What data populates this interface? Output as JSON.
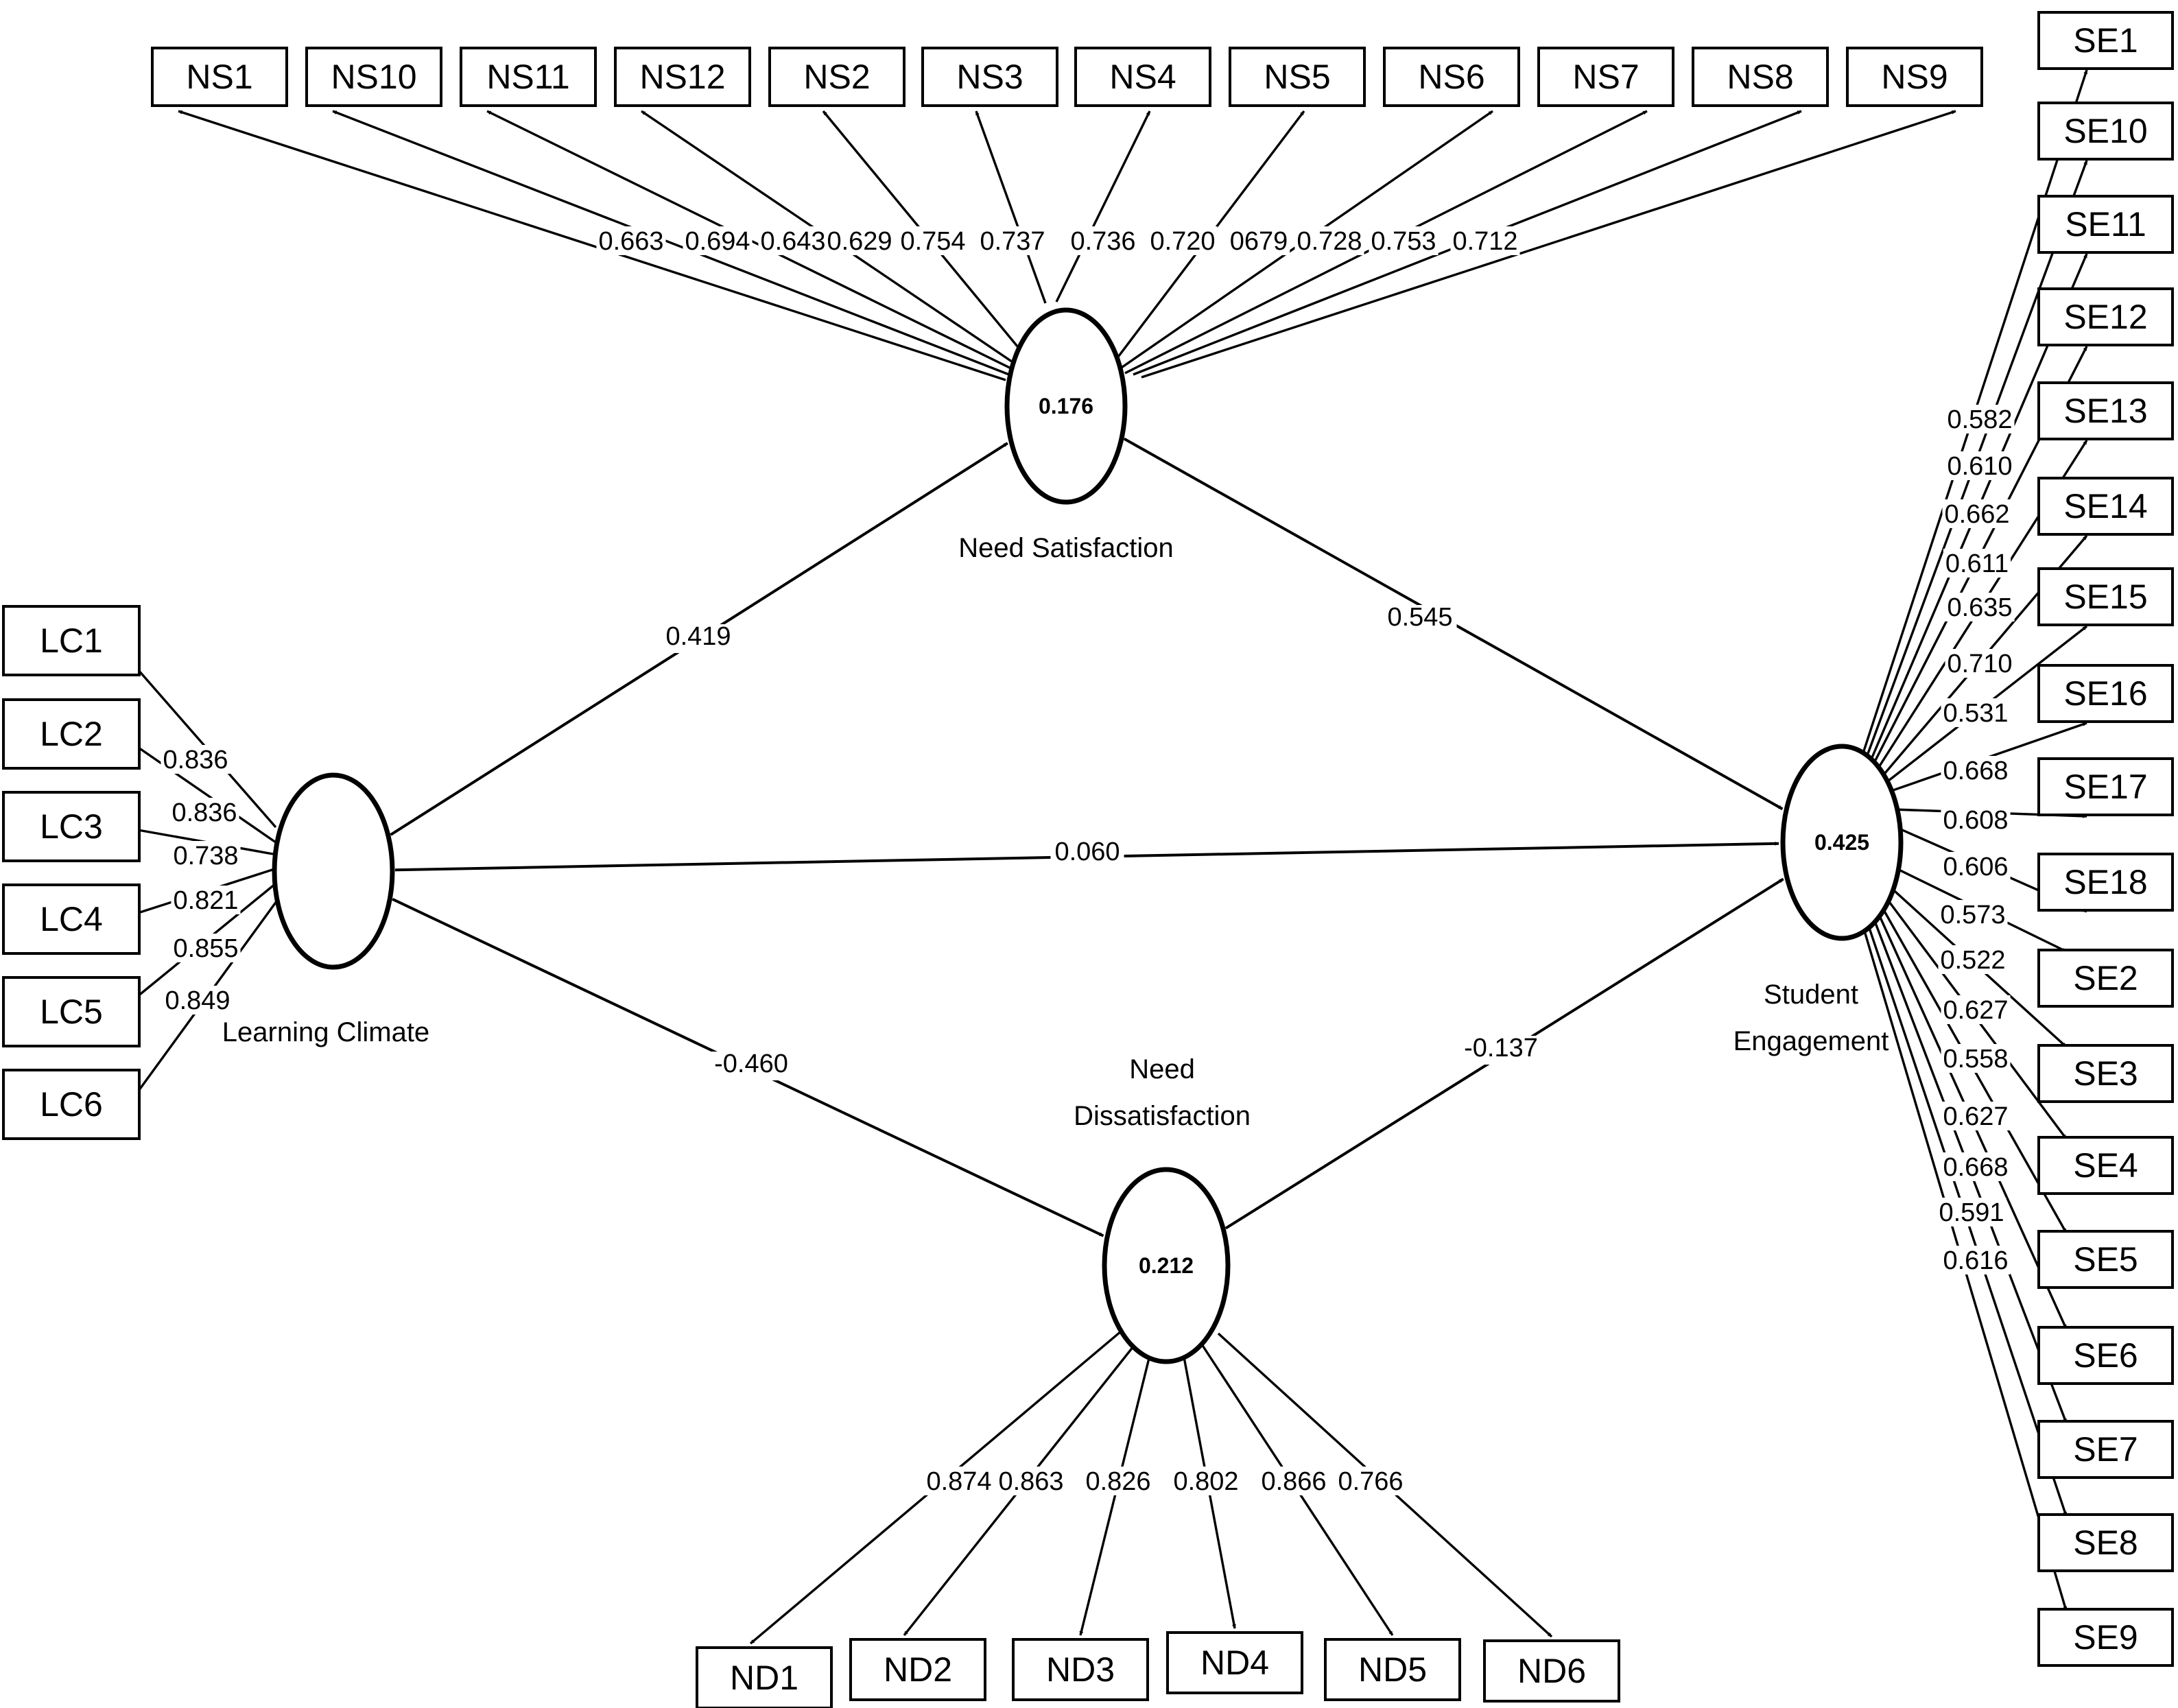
{
  "constructs": [
    {
      "id": "LC",
      "name": "Learning Climate",
      "r2": ""
    },
    {
      "id": "NS",
      "name": "Need Satisfaction",
      "r2": "0.176"
    },
    {
      "id": "ND",
      "name_lines": [
        "Need",
        "Dissatisfaction"
      ],
      "r2": "0.212"
    },
    {
      "id": "SE",
      "name_lines": [
        "Student",
        "Engagement"
      ],
      "r2": "0.425"
    }
  ],
  "structural_paths": [
    {
      "from": "LC",
      "to": "NS",
      "coef": "0.419"
    },
    {
      "from": "NS",
      "to": "SE",
      "coef": "0.545"
    },
    {
      "from": "LC",
      "to": "SE",
      "coef": "0.060"
    },
    {
      "from": "LC",
      "to": "ND",
      "coef": "-0.460"
    },
    {
      "from": "ND",
      "to": "SE",
      "coef": "-0.137"
    }
  ],
  "indicators": {
    "NS": [
      {
        "label": "NS1",
        "loading": "0.663"
      },
      {
        "label": "NS10",
        "loading": "0.694"
      },
      {
        "label": "NS11",
        "loading": "0.643"
      },
      {
        "label": "NS12",
        "loading": "0.629"
      },
      {
        "label": "NS2",
        "loading": "0.754"
      },
      {
        "label": "NS3",
        "loading": "0.737"
      },
      {
        "label": "NS4",
        "loading": "0.736"
      },
      {
        "label": "NS5",
        "loading": "0.720"
      },
      {
        "label": "NS6",
        "loading": "0679"
      },
      {
        "label": "NS7",
        "loading": "0.728"
      },
      {
        "label": "NS8",
        "loading": "0.753"
      },
      {
        "label": "NS9",
        "loading": "0.712"
      }
    ],
    "LC": [
      {
        "label": "LC1",
        "loading": "0.836"
      },
      {
        "label": "LC2",
        "loading": "0.836"
      },
      {
        "label": "LC3",
        "loading": "0.738"
      },
      {
        "label": "LC4",
        "loading": "0.821"
      },
      {
        "label": "LC5",
        "loading": "0.855"
      },
      {
        "label": "LC6",
        "loading": "0.849"
      }
    ],
    "ND": [
      {
        "label": "ND1",
        "loading": "0.874"
      },
      {
        "label": "ND2",
        "loading": "0.863"
      },
      {
        "label": "ND3",
        "loading": "0.826"
      },
      {
        "label": "ND4",
        "loading": "0.802"
      },
      {
        "label": "ND5",
        "loading": "0.866"
      },
      {
        "label": "ND6",
        "loading": "0.766"
      }
    ],
    "SE": [
      {
        "label": "SE1",
        "loading": "0.582"
      },
      {
        "label": "SE10",
        "loading": "0.610"
      },
      {
        "label": "SE11",
        "loading": "0.662"
      },
      {
        "label": "SE12",
        "loading": "0.611"
      },
      {
        "label": "SE13",
        "loading": "0.635"
      },
      {
        "label": "SE14",
        "loading": "0.710"
      },
      {
        "label": "SE15",
        "loading": "0.531"
      },
      {
        "label": "SE16",
        "loading": "0.668"
      },
      {
        "label": "SE17",
        "loading": "0.608"
      },
      {
        "label": "SE18",
        "loading": "0.606"
      },
      {
        "label": "SE2",
        "loading": "0.573"
      },
      {
        "label": "SE3",
        "loading": "0.522"
      },
      {
        "label": "SE4",
        "loading": "0.627"
      },
      {
        "label": "SE5",
        "loading": "0.558"
      },
      {
        "label": "SE6",
        "loading": "0.627"
      },
      {
        "label": "SE7",
        "loading": "0.668"
      },
      {
        "label": "SE8",
        "loading": "0.591"
      },
      {
        "label": "SE9",
        "loading": "0.616"
      }
    ]
  }
}
